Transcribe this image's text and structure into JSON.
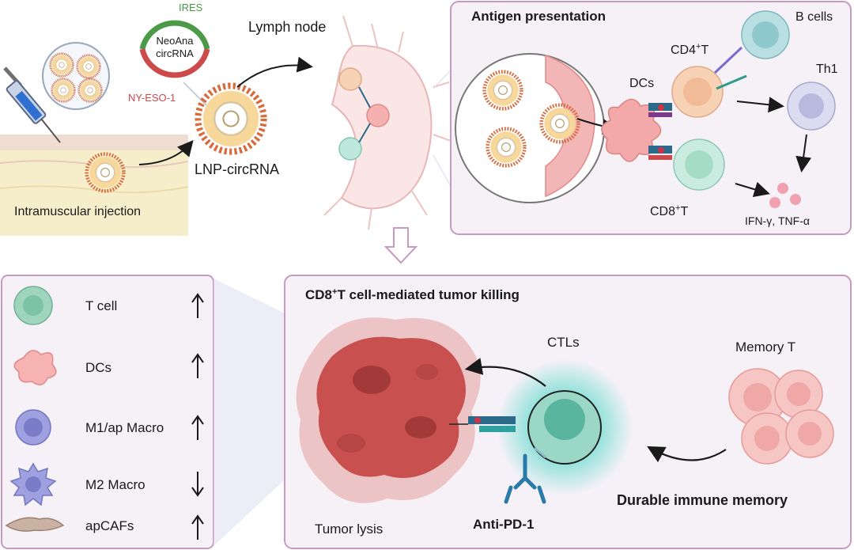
{
  "injection": {
    "label": "Intramuscular injection"
  },
  "circrna": {
    "ires": "IRES",
    "insert_line1": "NeoAna",
    "insert_line2": "circRNA",
    "antigen": "NY-ESO-1",
    "lnp_label": "LNP-circRNA"
  },
  "lymph": {
    "label": "Lymph node"
  },
  "antigen_panel": {
    "title": "Antigen presentation",
    "dcs": "DCs",
    "cd4": "CD4",
    "cd4_sup": "+",
    "cd4_suffix": "T",
    "cd8": "CD8",
    "cd8_sup": "+",
    "cd8_suffix": "T",
    "bcells": "B cells",
    "th1": "Th1",
    "cytokines": "IFN-γ, TNF-α"
  },
  "legend_panel": {
    "items": [
      {
        "label": "T cell",
        "trend": "up"
      },
      {
        "label": "DCs",
        "trend": "up"
      },
      {
        "label": "M1/ap Macro",
        "trend": "up"
      },
      {
        "label": "M2 Macro",
        "trend": "down"
      },
      {
        "label": "apCAFs",
        "trend": "up"
      }
    ]
  },
  "killing_panel": {
    "title_prefix": "CD8",
    "title_sup": "+",
    "title_suffix": "T cell-mediated tumor killing",
    "ctls": "CTLs",
    "memory": "Memory T",
    "durable": "Durable immune memory",
    "antipd1": "Anti-PD-1",
    "tumor": "Tumor lysis"
  },
  "colors": {
    "panel_border": "#c89ac0",
    "panel_fill": "#f5f1f7",
    "ires": "#4a9a48",
    "antigen": "#cc4a4a",
    "tcell": "#7cc3a3",
    "dc": "#f2a8a8",
    "macro": "#8d8ed6",
    "ctl_glow": "#4dd6c6",
    "tumor": "#c8504f"
  }
}
